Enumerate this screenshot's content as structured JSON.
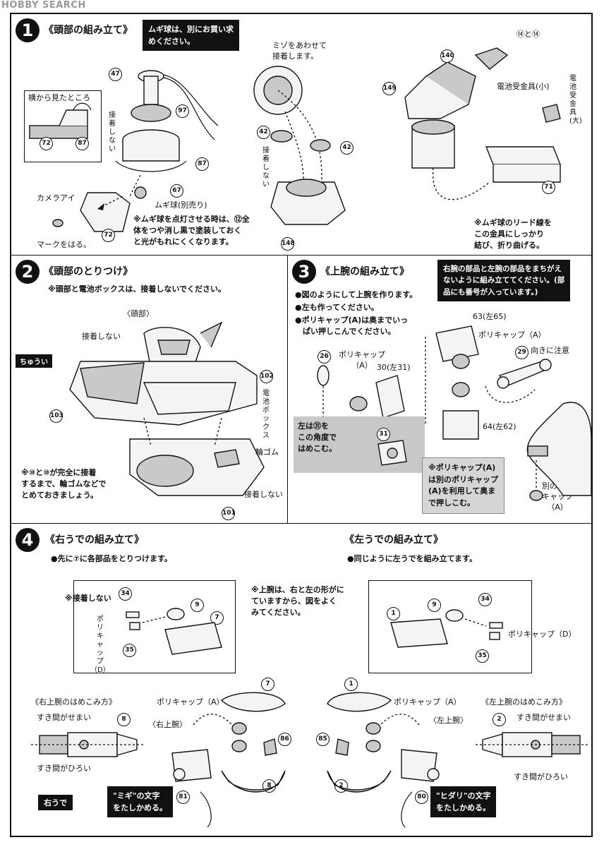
{
  "watermark": "HOBBY SEARCH",
  "sec1": {
    "num": "1",
    "title": "《頭部の組み立て》",
    "black_note": "ムギ球は、別にお買い求\nめください。",
    "side_view": "横から見たところ",
    "mizo": "ミゾをあわせて\n接着します。",
    "no_glue_a": "接\n着\nし\nな\nい",
    "no_glue_b": "接\n着\nし\nな\nい",
    "camera_eye": "カメラアイ",
    "mark": "マークをはる。",
    "mugi_sep": "ムギ球(別売り)",
    "note1": "※ムギ球を点灯させる時は、⑫全\n体をつや消し黒で塗装しておく\nと光がもれにくくなります。",
    "battery_small": "電池受金具(小)",
    "battery_large": "電\n池\n受\n金\n具\n(大)",
    "parts_pair": "⑭と⑭",
    "note2": "※ムギ球のリード線を\nこの金具にしっかり\n結び、折り曲げる。",
    "labels": [
      "47",
      "97",
      "87",
      "67",
      "72",
      "42",
      "42",
      "148",
      "149",
      "140",
      "71",
      "72",
      "87"
    ]
  },
  "sec2": {
    "num": "2",
    "title": "《頭部のとりつけ》",
    "note_top": "※頭部と電池ボックスは、接着しないでください。",
    "head": "〈頭部〉",
    "no_glue": "接着しない",
    "chuui": "ちゅうい",
    "battery_box": "電\n池\nボ\nッ\nク\nス",
    "rubber": "輪ゴム",
    "no_glue2": "接着しない",
    "note_bottom": "※⑩と⑩が完全に接着\nするまで、輪ゴムなどで\nとめておきましょう。",
    "labels": [
      "102",
      "103",
      "101"
    ]
  },
  "sec3": {
    "num": "3",
    "title": "《上腕の組み立て》",
    "black_note": "右腕の部品と左腕の部品をまちがえ\nないように組み立ててください。(部\n品にも番号が入っています。)",
    "bullets": [
      "●図のようにして上腕を作ります。",
      "●左も作ってください。",
      "●ポリキャップ(A)は奥までいっ\n　ぱい押しこんでください。"
    ],
    "polycap_a1": "ポリキャップ\n（A）",
    "polycap_a2": "ポリキャップ（A）",
    "p63": "63(左65)",
    "p30": "30(左31)",
    "p64": "64(左62)",
    "direction": "向きに注意",
    "left31": "左は㉛を\nこの角度で\nはめこむ。",
    "gray_note": "※ポリキャップ(A)\nは別のポリキャップ\n(A)を利用して奥ま\nで押しこむ。",
    "other_polycap": "別のポリ\nキャップ\n（A）",
    "labels": [
      "26",
      "29",
      "31"
    ]
  },
  "sec4": {
    "num": "4",
    "title_right": "《右うでの組み立て》",
    "title_left": "《左うでの組み立て》",
    "bullet_right": "●先に⑦に各部品をとりつけます。",
    "bullet_left": "●同じように左うでを組み立てます。",
    "no_glue": "※接着しない",
    "polycap_d_v": "ポ\nリ\nキ\nャ\nッ\nプ\n（D）",
    "center_note": "※上腕は、右と左の形がに\nていますから、図をよく\nみてください。",
    "polycap_d": "ポリキャップ（D）",
    "polycap_a_r": "ポリキャップ（A）",
    "polycap_a_l": "ポリキャップ（A）",
    "upper_right_fit": "《右上腕のはめこみ方》",
    "upper_left_fit": "《左上腕のはめこみ方》",
    "narrow": "すき間がせまい",
    "wide": "すき間がひろい",
    "narrow2": "すき間がせまい",
    "wide2": "すき間がひろい",
    "right_upper": "〈右上腕〉",
    "left_upper": "〈左上腕〉",
    "right_arm": "右うで",
    "migi_box": "\"ミギ\"の文字\nをたしかめる。",
    "hidari_box": "\"ヒダリ\"の文字\nをたしかめる。",
    "labels": [
      "34",
      "35",
      "9",
      "7",
      "8",
      "86",
      "81",
      "1",
      "85",
      "2",
      "80"
    ]
  }
}
